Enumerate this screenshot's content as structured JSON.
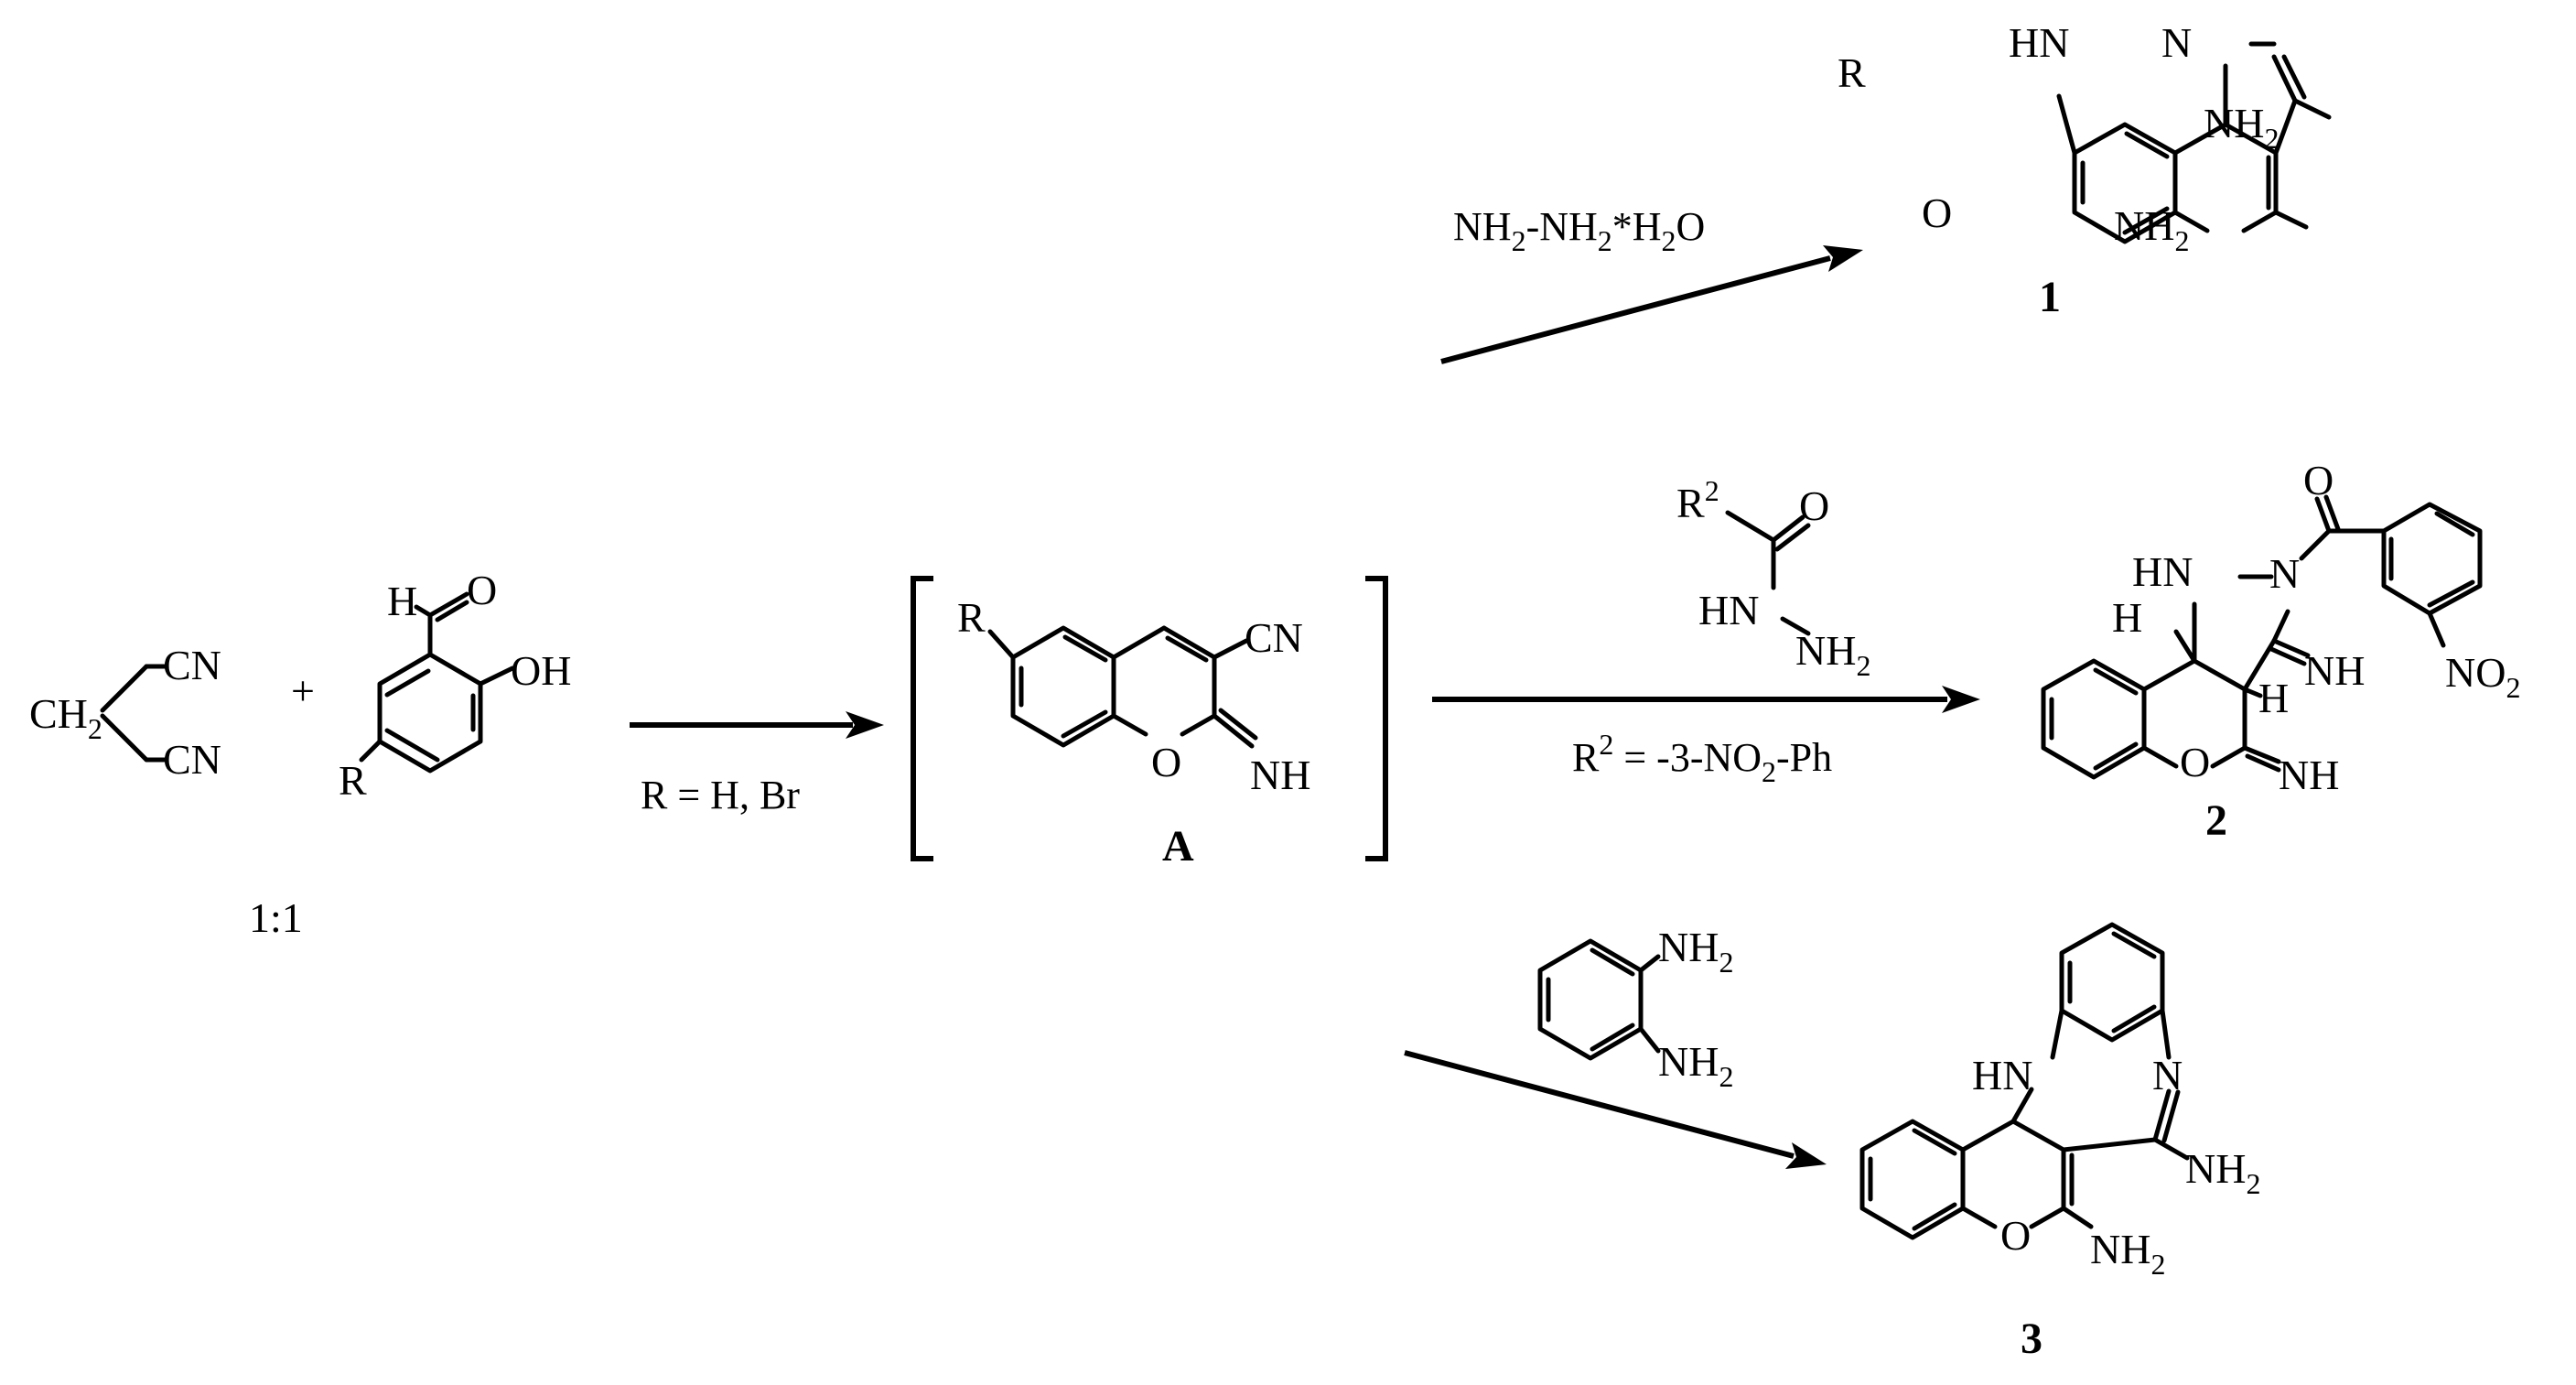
{
  "reactants": {
    "malononitrile": {
      "ch2": "CH",
      "ch2_sub": "2",
      "cn_top": "CN",
      "cn_bottom": "CN"
    },
    "plus": "+",
    "salicylaldehyde": {
      "h": "H",
      "o": "O",
      "oh": "OH",
      "r": "R"
    },
    "ratio": "1:1"
  },
  "step1": {
    "condition": "R = H, Br"
  },
  "intermediate": {
    "r": "R",
    "cn": "CN",
    "o": "O",
    "nh": "NH",
    "label": "A"
  },
  "path1": {
    "reagent": {
      "a": "NH",
      "a_sub": "2",
      "b": "-NH",
      "b_sub": "2",
      "c": "*H",
      "c_sub": "2",
      "d": "O"
    },
    "product": {
      "r": "R",
      "hn": "HN",
      "n": "N",
      "nh2_top": "NH",
      "nh2_top_sub": "2",
      "o": "O",
      "nh2_bottom": "NH",
      "nh2_bottom_sub": "2",
      "number": "1"
    }
  },
  "path2": {
    "reagent": {
      "r2": "R",
      "r2_sup": "2",
      "o": "O",
      "hn": "HN",
      "nh2": "NH",
      "nh2_sub": "2"
    },
    "condition": {
      "a": "R",
      "a_sup": "2",
      "b": " = -3-NO",
      "b_sub": "2",
      "c": "-Ph"
    },
    "product": {
      "o_top": "O",
      "hn": "HN",
      "n": "N",
      "h1": "H",
      "h2": "H",
      "nh_mid": "NH",
      "o_ring": "O",
      "nh_low": "NH",
      "no2": "NO",
      "no2_sub": "2",
      "number": "2"
    }
  },
  "path3": {
    "reagent": {
      "nh2_top": "NH",
      "nh2_top_sub": "2",
      "nh2_bottom": "NH",
      "nh2_bottom_sub": "2"
    },
    "product": {
      "hn": "HN",
      "n": "N",
      "nh2_a": "NH",
      "nh2_a_sub": "2",
      "o": "O",
      "nh2_b": "NH",
      "nh2_b_sub": "2",
      "number": "3"
    }
  }
}
